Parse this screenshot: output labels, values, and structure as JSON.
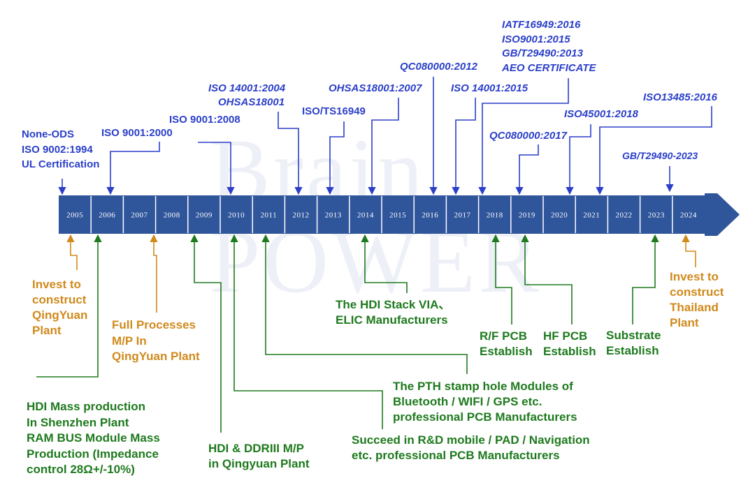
{
  "timeline": {
    "years": [
      "2005",
      "2006",
      "2007",
      "2008",
      "2009",
      "2010",
      "2011",
      "2012",
      "2013",
      "2014",
      "2015",
      "2016",
      "2017",
      "2018",
      "2019",
      "2020",
      "2021",
      "2022",
      "2023",
      "2024"
    ],
    "bar_color": "#2F559B",
    "arrow_color": "#2F559B"
  },
  "watermark": {
    "line1": "Brain",
    "line2": "POWER"
  },
  "certifications": [
    {
      "id": "c1",
      "year": "2005",
      "lines": [
        "None-ODS",
        "ISO 9002:1994",
        "UL Certification"
      ]
    },
    {
      "id": "c2",
      "year": "2006",
      "lines": [
        "ISO 9001:2000"
      ]
    },
    {
      "id": "c3",
      "year": "2010",
      "lines": [
        "ISO 9001:2008"
      ]
    },
    {
      "id": "c4",
      "year": "2012",
      "lines": [
        "ISO 14001:2004",
        "OHSAS18001"
      ]
    },
    {
      "id": "c5",
      "year": "2013",
      "lines": [
        "ISO/TS16949"
      ]
    },
    {
      "id": "c6",
      "year": "2014",
      "lines": [
        "OHSAS18001:2007"
      ]
    },
    {
      "id": "c7",
      "year": "2016",
      "lines": [
        "QC080000:2012"
      ]
    },
    {
      "id": "c8",
      "year": "2017",
      "lines": [
        "ISO 14001:2015"
      ]
    },
    {
      "id": "c9",
      "year": "2018",
      "lines": [
        "IATF16949:2016",
        "ISO9001:2015",
        "GB/T29490:2013",
        "AEO CERTIFICATE"
      ]
    },
    {
      "id": "c10",
      "year": "2019",
      "lines": [
        "QC080000:2017"
      ]
    },
    {
      "id": "c11",
      "year": "2020",
      "lines": [
        "ISO45001:2018"
      ]
    },
    {
      "id": "c12",
      "year": "2021",
      "lines": [
        "ISO13485:2016"
      ]
    },
    {
      "id": "c13",
      "year": "2024",
      "lines": [
        "GB/T29490-2023"
      ]
    }
  ],
  "events": [
    {
      "id": "e1",
      "year": "2005",
      "color": "gold",
      "lines": [
        "Invest to",
        "construct",
        "QingYuan",
        "Plant"
      ]
    },
    {
      "id": "e2",
      "year": "2006",
      "color": "green",
      "lines": [
        "HDI  Mass production",
        "In Shenzhen Plant",
        "RAM BUS Module Mass",
        "Production (Impedance",
        "control 28Ω+/-10%)"
      ]
    },
    {
      "id": "e3",
      "year": "2007",
      "color": "gold",
      "lines": [
        "Full Processes",
        "M/P In",
        "QingYuan Plant"
      ]
    },
    {
      "id": "e4",
      "year": "2009",
      "color": "green",
      "lines": [
        "HDI & DDRIII M/P",
        "in Qingyuan Plant"
      ]
    },
    {
      "id": "e5",
      "year": "2010",
      "color": "green",
      "lines": [
        "Succeed in R&D mobile / PAD / Navigation",
        "etc. professional PCB Manufacturers"
      ]
    },
    {
      "id": "e6",
      "year": "2011",
      "color": "green",
      "lines": [
        "The PTH stamp hole Modules of",
        "Bluetooth / WIFI / GPS  etc.",
        "professional PCB Manufacturers"
      ]
    },
    {
      "id": "e7",
      "year": "2014",
      "color": "green",
      "lines": [
        "The HDI Stack VIA、",
        "ELIC  Manufacturers"
      ]
    },
    {
      "id": "e8",
      "year": "2018",
      "color": "green",
      "lines": [
        "R/F PCB",
        "Establish"
      ]
    },
    {
      "id": "e9",
      "year": "2019",
      "color": "green",
      "lines": [
        "HF PCB",
        "Establish"
      ]
    },
    {
      "id": "e10",
      "year": "2023",
      "color": "green",
      "lines": [
        "Substrate",
        "Establish"
      ]
    },
    {
      "id": "e11",
      "year": "2024",
      "color": "gold",
      "lines": [
        "Invest to",
        "construct",
        "Thailand",
        "Plant"
      ]
    }
  ],
  "colors": {
    "cert": "#2B3FC9",
    "gold": "#D08A1C",
    "green": "#1E7A1E"
  }
}
